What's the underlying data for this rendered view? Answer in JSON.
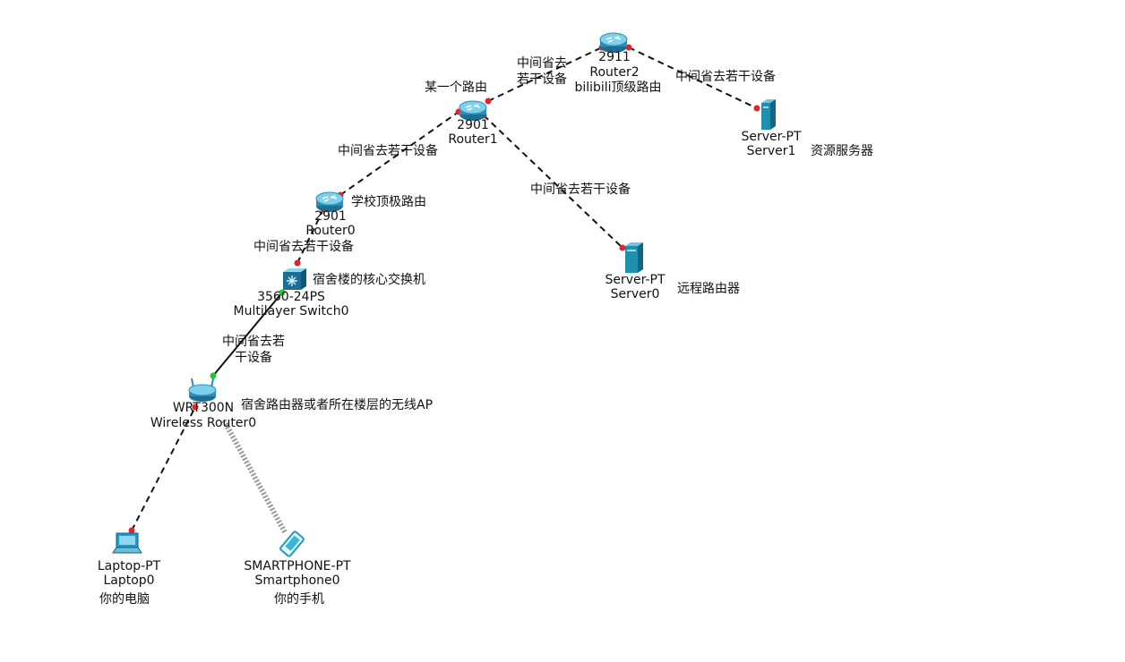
{
  "colors": {
    "router_body": "#2b8fb8",
    "router_top": "#7fd0ec",
    "server": "#1f8fb0",
    "switch": "#1b6f95",
    "laptop": "#1f9bc8",
    "phone": "#3bb4d8",
    "link_dashed": "#111111",
    "link_straight": "#111111",
    "link_wireless": "#9a9a9a",
    "port_red": "#e0262b",
    "port_green": "#22c433"
  },
  "devices": {
    "router2": {
      "model": "2911",
      "name": "Router2",
      "note": "bilibili顶级路由",
      "icon": "router-icon"
    },
    "router1": {
      "model": "2901",
      "name": "Router1",
      "note": "某一个路由",
      "icon": "router-icon"
    },
    "router0": {
      "model": "2901",
      "name": "Router0",
      "note": "学校顶极路由",
      "icon": "router-icon"
    },
    "server1": {
      "model": "Server-PT",
      "name": "Server1",
      "note": "资源服务器",
      "icon": "server-icon"
    },
    "server0": {
      "model": "Server-PT",
      "name": "Server0",
      "note": "远程路由器",
      "icon": "server-icon"
    },
    "switch0": {
      "model": "3560-24PS",
      "name": "Multilayer Switch0",
      "note": "宿舍楼的核心交换机",
      "icon": "multilayer-switch-icon"
    },
    "wireless0": {
      "model": "WRT300N",
      "name": "Wireless Router0",
      "note": "宿舍路由器或者所在楼层的无线AP",
      "icon": "wireless-router-icon"
    },
    "laptop0": {
      "model": "Laptop-PT",
      "name": "Laptop0",
      "note": "你的电脑",
      "icon": "laptop-icon"
    },
    "phone0": {
      "model": "SMARTPHONE-PT",
      "name": "Smartphone0",
      "note": "你的手机",
      "icon": "smartphone-icon"
    }
  },
  "links": {
    "r1_r2": {
      "label_line1": "中间省去",
      "label_line2": "若干设备"
    },
    "r2_s1": {
      "label": "中间省去若干设备"
    },
    "r0_r1": {
      "label": "中间省去若干设备"
    },
    "r1_s0": {
      "label": "中间省去若干设备"
    },
    "sw_r0": {
      "label": "中间省去若干设备"
    },
    "wr_sw": {
      "label_line1": "中间省去若",
      "label_line2": "干设备"
    }
  }
}
